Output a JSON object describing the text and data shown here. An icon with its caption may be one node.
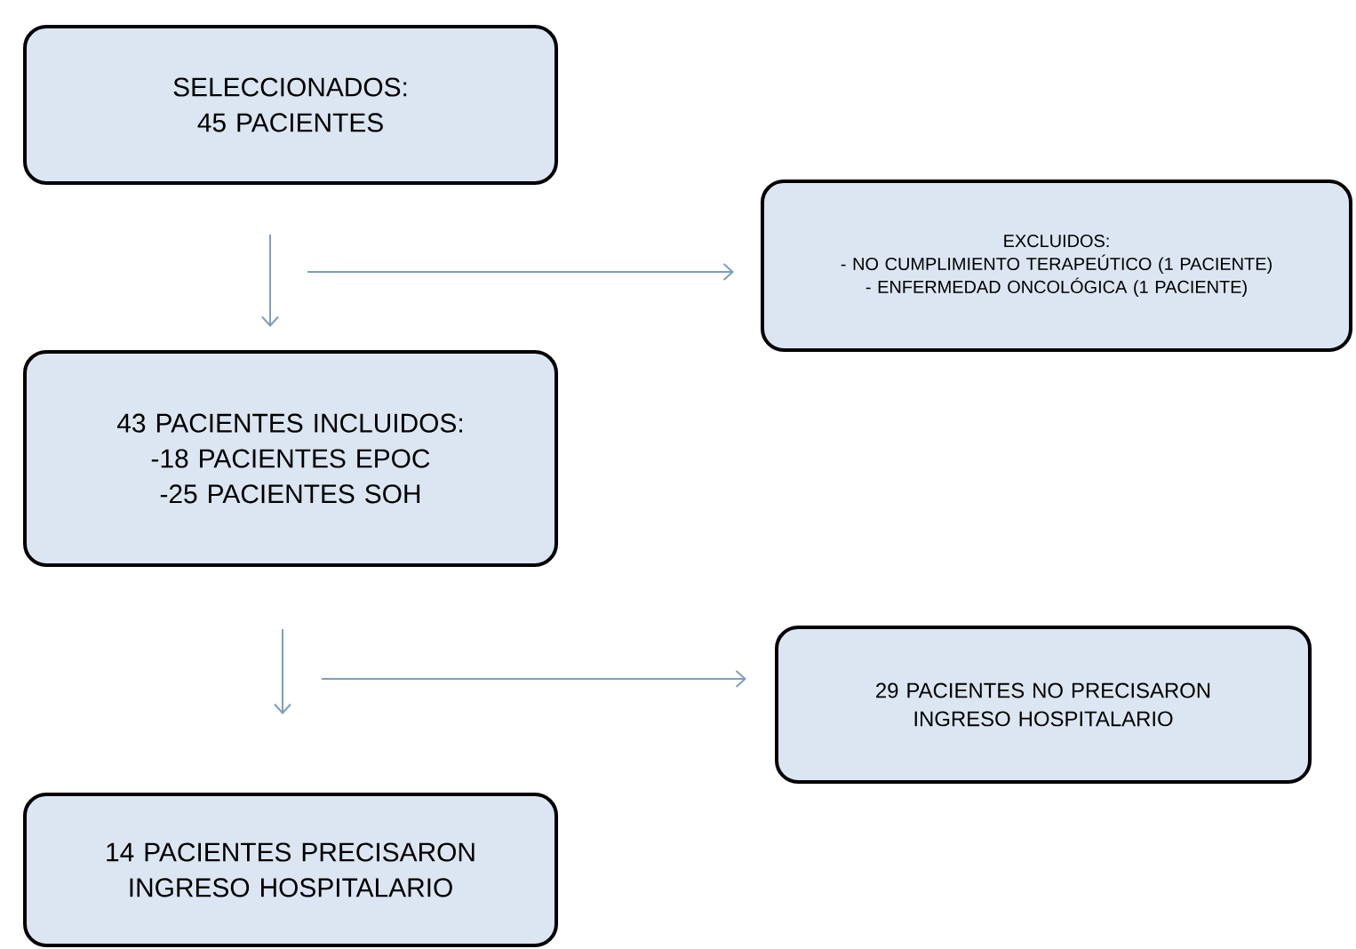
{
  "diagram": {
    "nodes": [
      {
        "text": [
          "SELECCIONADOS:",
          "45 PACIENTES"
        ]
      },
      {
        "text": [
          "EXCLUIDOS:",
          "- NO CUMPLIMIENTO TERAPEÚTICO (1 PACIENTE)",
          "- ENFERMEDAD ONCOLÓGICA (1 PACIENTE)"
        ]
      },
      {
        "text": [
          "43 PACIENTES INCLUIDOS:",
          "-18 PACIENTES EPOC",
          "-25 PACIENTES SOH"
        ]
      },
      {
        "text": [
          "29 PACIENTES NO PRECISARON INGRESO HOSPITALARIO"
        ]
      },
      {
        "text": [
          "14 PACIENTES PRECISARON INGRESO HOSPITALARIO"
        ]
      }
    ],
    "edges": [
      {
        "from": 0,
        "to": 2,
        "arrow": "to"
      },
      {
        "from": null,
        "to": 1,
        "arrow": "to"
      },
      {
        "from": 2,
        "to": 4,
        "arrow": "to"
      },
      {
        "from": null,
        "to": 3,
        "arrow": "to"
      }
    ]
  }
}
